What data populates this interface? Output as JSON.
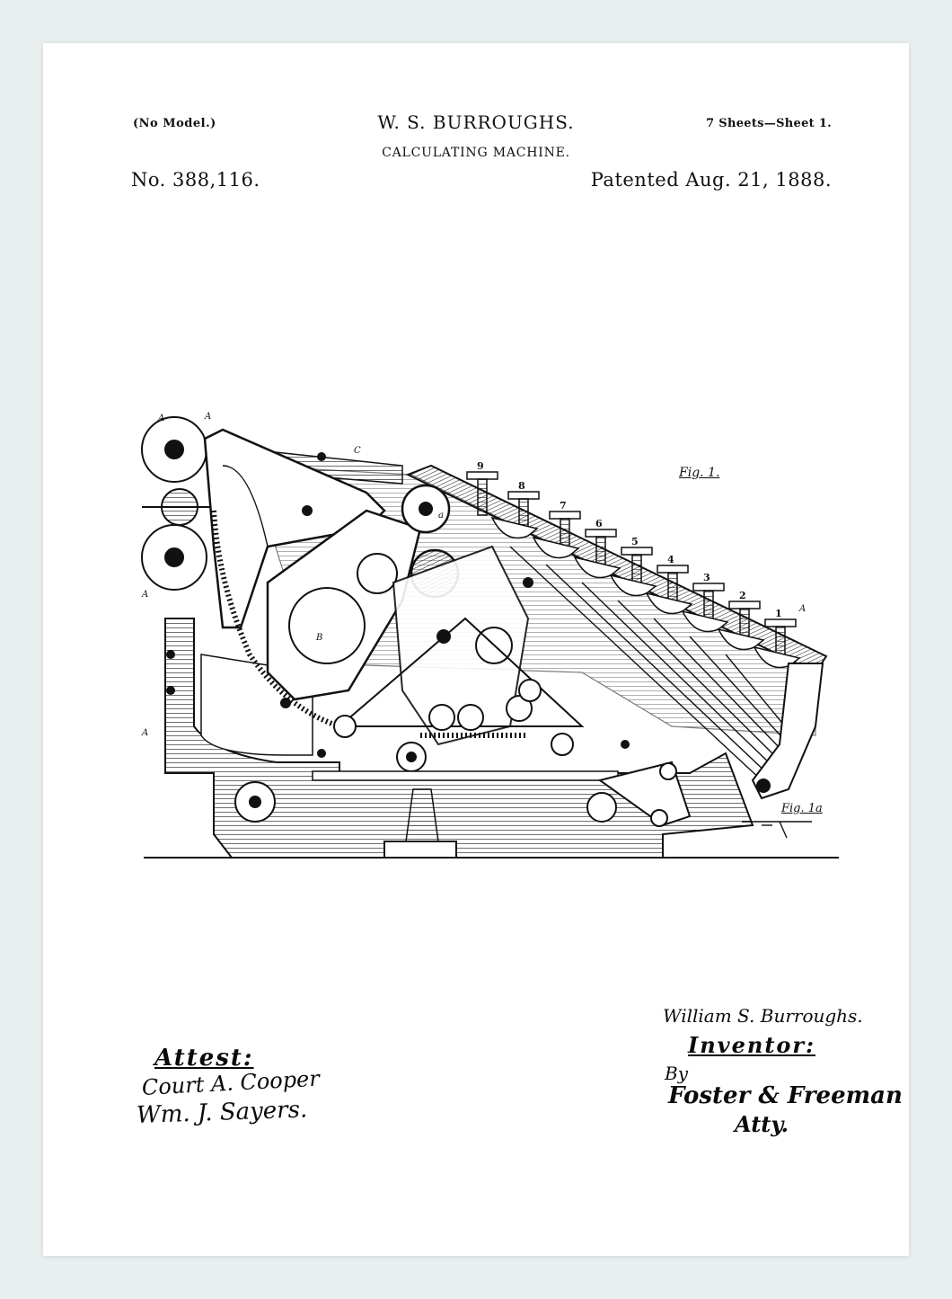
{
  "header": {
    "model_note": "(No Model.)",
    "inventor": "W. S. BURROUGHS.",
    "sheets": "7 Sheets—Sheet 1.",
    "title": "CALCULATING MACHINE.",
    "patent_number": "No. 388,116.",
    "patented_date": "Patented Aug. 21, 1888."
  },
  "drawing": {
    "figure_label": "Fig. 1.",
    "figure_label_alt": "Fig. 1a",
    "key_numbers": [
      "9",
      "8",
      "7",
      "6",
      "5",
      "4",
      "3",
      "2",
      "1"
    ]
  },
  "signatures": {
    "attest_label": "Attest:",
    "witness_1": "Court A. Cooper",
    "witness_2": "Wm. J. Sayers.",
    "inventor_signature": "William S. Burroughs.",
    "inventor_role": "Inventor:",
    "by_label": "By",
    "attorney_signature": "Foster & Freeman",
    "attorney_role": "Atty."
  },
  "colors": {
    "paper": "#ffffff",
    "background": "#e9eeee",
    "ink": "#111111"
  }
}
